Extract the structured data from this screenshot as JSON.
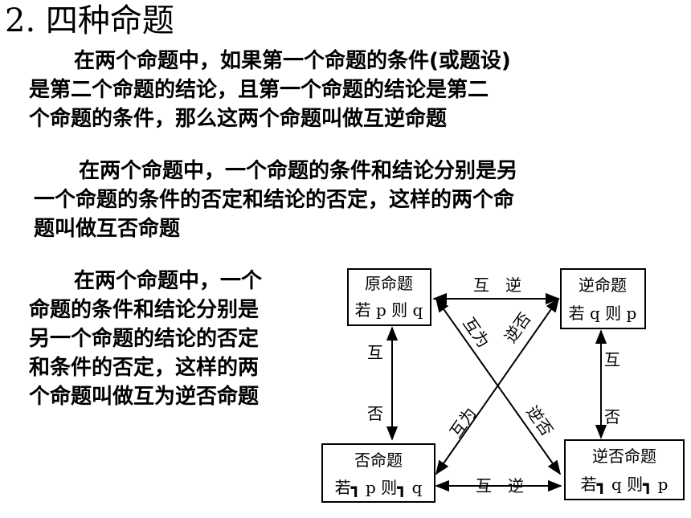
{
  "title": "2. 四种命题",
  "paragraphs": {
    "p1": [
      "在两个命题中，如果第一个命题的条件(或题设)",
      "是第二个命题的结论，且第一个命题的结论是第二",
      "个命题的条件，那么这两个命题叫做互逆命题"
    ],
    "p2": [
      "在两个命题中，一个命题的条件和结论分别是另",
      "一个命题的条件的否定和结论的否定，这样的两个命",
      "题叫做互否命题"
    ],
    "p3": [
      "在两个命题中，一个",
      "命题的条件和结论分别是",
      "另一个命题的结论的否定",
      "和条件的否定，这样的两",
      "个命题叫做互为逆否命题"
    ]
  },
  "diagram": {
    "original": {
      "title": "原命题",
      "content": "若 p 则 q"
    },
    "converse": {
      "title": "逆命题",
      "content": "若 q 则 p"
    },
    "inverse": {
      "title": "否命题",
      "content": "若┓ p 则┓ q"
    },
    "contrapositive": {
      "title": "逆否命题",
      "content": "若┓ q 则┓ p"
    },
    "top_relation": "互　逆",
    "bottom_relation": "互　逆",
    "left_relation_top": "互",
    "left_relation_bottom": "否",
    "right_relation_top": "互",
    "right_relation_bottom": "否",
    "diag_left_top": "互为",
    "diag_right_top": "逆否",
    "diag_left_bottom": "互为",
    "diag_right_bottom": "逆否"
  }
}
